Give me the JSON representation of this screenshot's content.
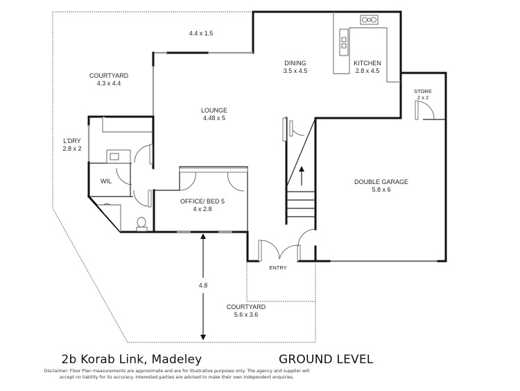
{
  "plan": {
    "address": "2b Korab Link, Madeley",
    "level": "GROUND LEVEL",
    "disclaimer_line1": "Disclaimer: Floor Plan measurements are approximate and are for illustrative purposes only. The agency and supplier will",
    "disclaimer_line2": "accept no liability for its accuracy. Interested parties are advised to make their own independent enquiries."
  },
  "rooms": {
    "terrace": {
      "name": "",
      "dims": "4.4 x 1.5"
    },
    "courtyard_north": {
      "name": "COURTYARD",
      "dims": "4.3 x 4.4"
    },
    "dining": {
      "name": "DINING",
      "dims": "3.5 x 4.5"
    },
    "kitchen": {
      "name": "KITCHEN",
      "dims": "2.8 x 4.5"
    },
    "store": {
      "name": "STORE",
      "dims": "2 x 2"
    },
    "lounge": {
      "name": "LOUNGE",
      "dims": "4.48 x 5"
    },
    "laundry": {
      "name": "L'DRY",
      "dims": "2.8 x 2"
    },
    "wil": {
      "name": "WIL"
    },
    "office": {
      "name": "OFFICE/ BED 5",
      "dims": "4 x 2.8"
    },
    "garage": {
      "name": "DOUBLE GARAGE",
      "dims": "5.8 x 6"
    },
    "entry": {
      "name": "ENTRY"
    },
    "courtyard_south": {
      "name": "COURTYARD",
      "dims": "5.6 x 3.6"
    }
  },
  "dimensions": {
    "vertical_measure": "4.8"
  },
  "colors": {
    "wall": "#111111",
    "window": "#999999",
    "background": "#ffffff"
  }
}
